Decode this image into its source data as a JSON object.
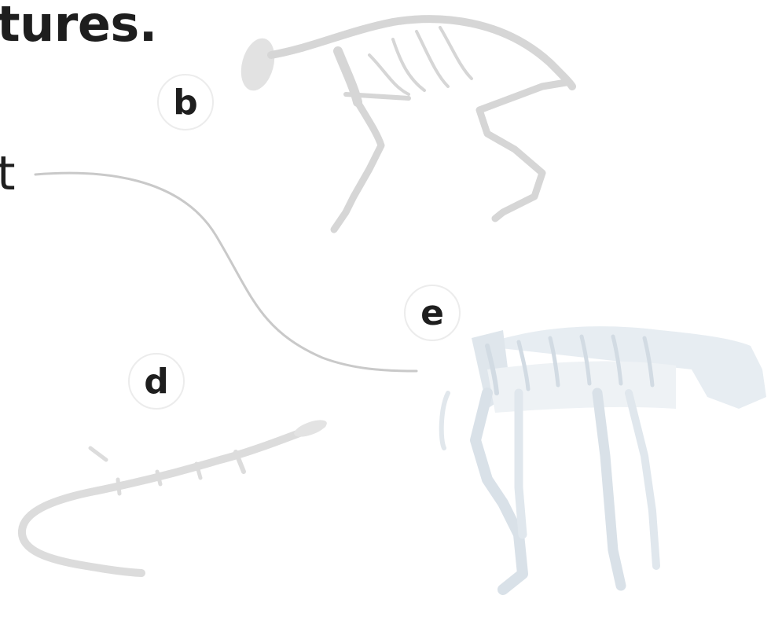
{
  "heading_fragment": "tures.",
  "left_fragment": "t",
  "labels": {
    "b": "b",
    "d": "d",
    "e": "e"
  },
  "icons": [
    "small-mammal-skeleton-icon",
    "snake-skeleton-icon",
    "quadruped-skeleton-icon"
  ],
  "colors": {
    "text": "#1e1e1e",
    "connector_line": "#c9c9c9",
    "skeleton_gray": "#d9d9d9",
    "skeleton_blue": "#dde6ee"
  }
}
